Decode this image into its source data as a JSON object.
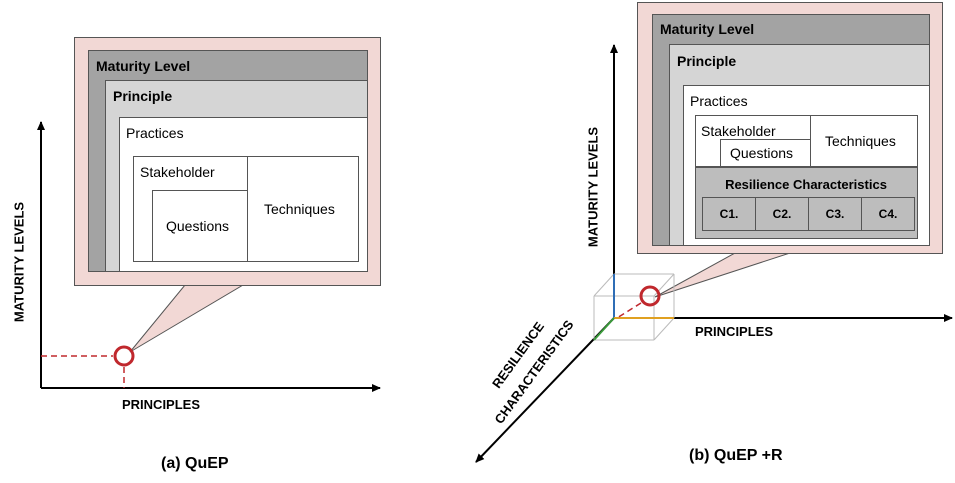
{
  "panel_a": {
    "caption": "(a) QuEP",
    "y_axis": "MATURITY LEVELS",
    "x_axis": "PRINCIPLES",
    "levels": {
      "maturity": "Maturity Level",
      "principle": "Principle",
      "practices": "Practices",
      "stakeholder": "Stakeholder",
      "questions": "Questions",
      "techniques": "Techniques"
    }
  },
  "panel_b": {
    "caption": "(b) QuEP +R",
    "y_axis": "MATURITY LEVELS",
    "x_axis": "PRINCIPLES",
    "z_axis_line1": "RESILIENCE",
    "z_axis_line2": "CHARACTERISTICS",
    "levels": {
      "maturity": "Maturity Level",
      "principle": "Principle",
      "practices": "Practices",
      "stakeholder": "Stakeholder",
      "questions": "Questions",
      "techniques": "Techniques",
      "resilience": "Resilience Characteristics"
    },
    "characteristics": [
      "C1.",
      "C2.",
      "C3.",
      "C4."
    ]
  },
  "colors": {
    "callout": "#f2d8d5",
    "marker": "#c0282d",
    "maturity_fill": "#a3a3a3",
    "principle_fill": "#d5d5d5"
  }
}
